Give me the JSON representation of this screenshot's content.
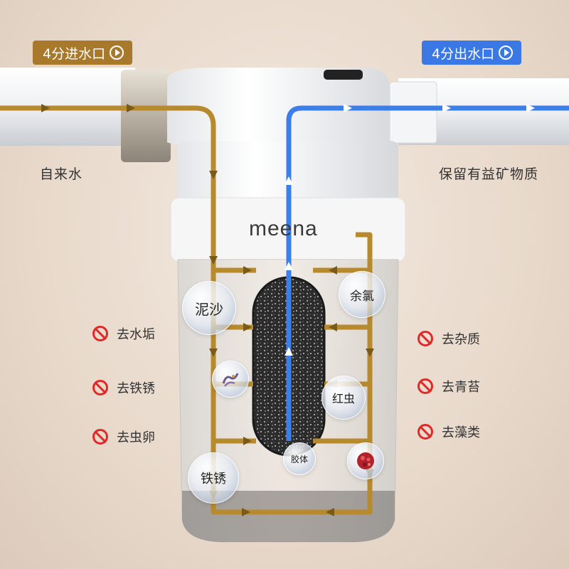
{
  "inlet_tag": {
    "label": "4分进水口"
  },
  "outlet_tag": {
    "label": "4分出水口"
  },
  "left_label": "自来水",
  "right_label": "保留有益矿物质",
  "brand": "meena",
  "bubbles": {
    "nisha": "泥沙",
    "yulv": "余氯",
    "hongchong": "红虫",
    "jiaoti": "胶体",
    "tiexiu": "铁锈"
  },
  "removes_left": [
    "去水垢",
    "去铁锈",
    "去虫卵"
  ],
  "removes_right": [
    "去杂质",
    "去青苔",
    "去藻类"
  ],
  "colors": {
    "inflow": "#b88a2e",
    "outflow": "#3d7fe8",
    "forbid": "#e02a2a"
  },
  "icons": {
    "tag": "play-circle-icon",
    "remove": "no-entry-icon",
    "flow": "arrow-icon"
  }
}
